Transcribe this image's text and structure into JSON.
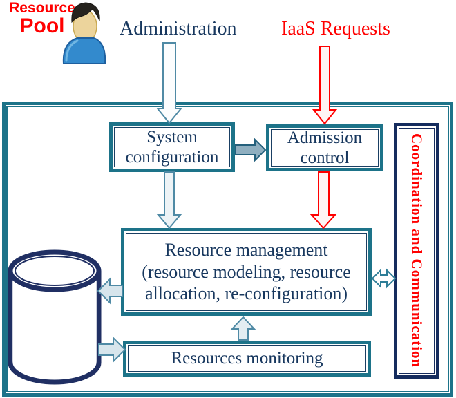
{
  "diagram": {
    "external": {
      "administration": "Administration",
      "iaas_requests": "IaaS Requests"
    },
    "nodes": {
      "system_configuration": "System configuration",
      "admission_control": "Admission control",
      "resource_management": "Resource management (resource modeling, resource allocation, re-configuration)",
      "resources_monitoring": "Resources monitoring",
      "coordination": "Coordination and Communication",
      "resource_pool_line1": "Resource",
      "resource_pool_line2": "Pool"
    },
    "colors": {
      "frame_teal": "#1d7389",
      "text_navy": "#17375e",
      "accent_red": "#ff0000",
      "cylinder_navy": "#202f63"
    }
  }
}
